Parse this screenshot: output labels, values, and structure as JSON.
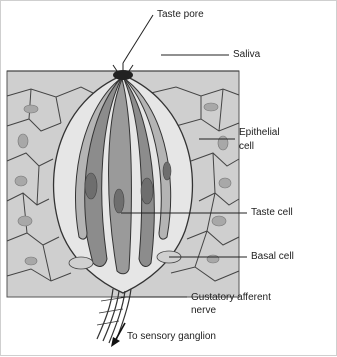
{
  "labels": {
    "taste_pore": "Taste pore",
    "saliva": "Saliva",
    "epithelial_cell_line1": "Epithelial",
    "epithelial_cell_line2": "cell",
    "taste_cell": "Taste cell",
    "basal_cell": "Basal cell",
    "gustatory_line1": "Gustatory afferent",
    "gustatory_line2": "nerve",
    "to_sensory_ganglion": "To sensory ganglion"
  },
  "colors": {
    "epithelium": "#cfcfcf",
    "taste_bud_capsule": "#e6e6e6",
    "taste_cell": "#8c8c8c",
    "nucleus": "#6e6e6e",
    "outline": "#333333"
  }
}
